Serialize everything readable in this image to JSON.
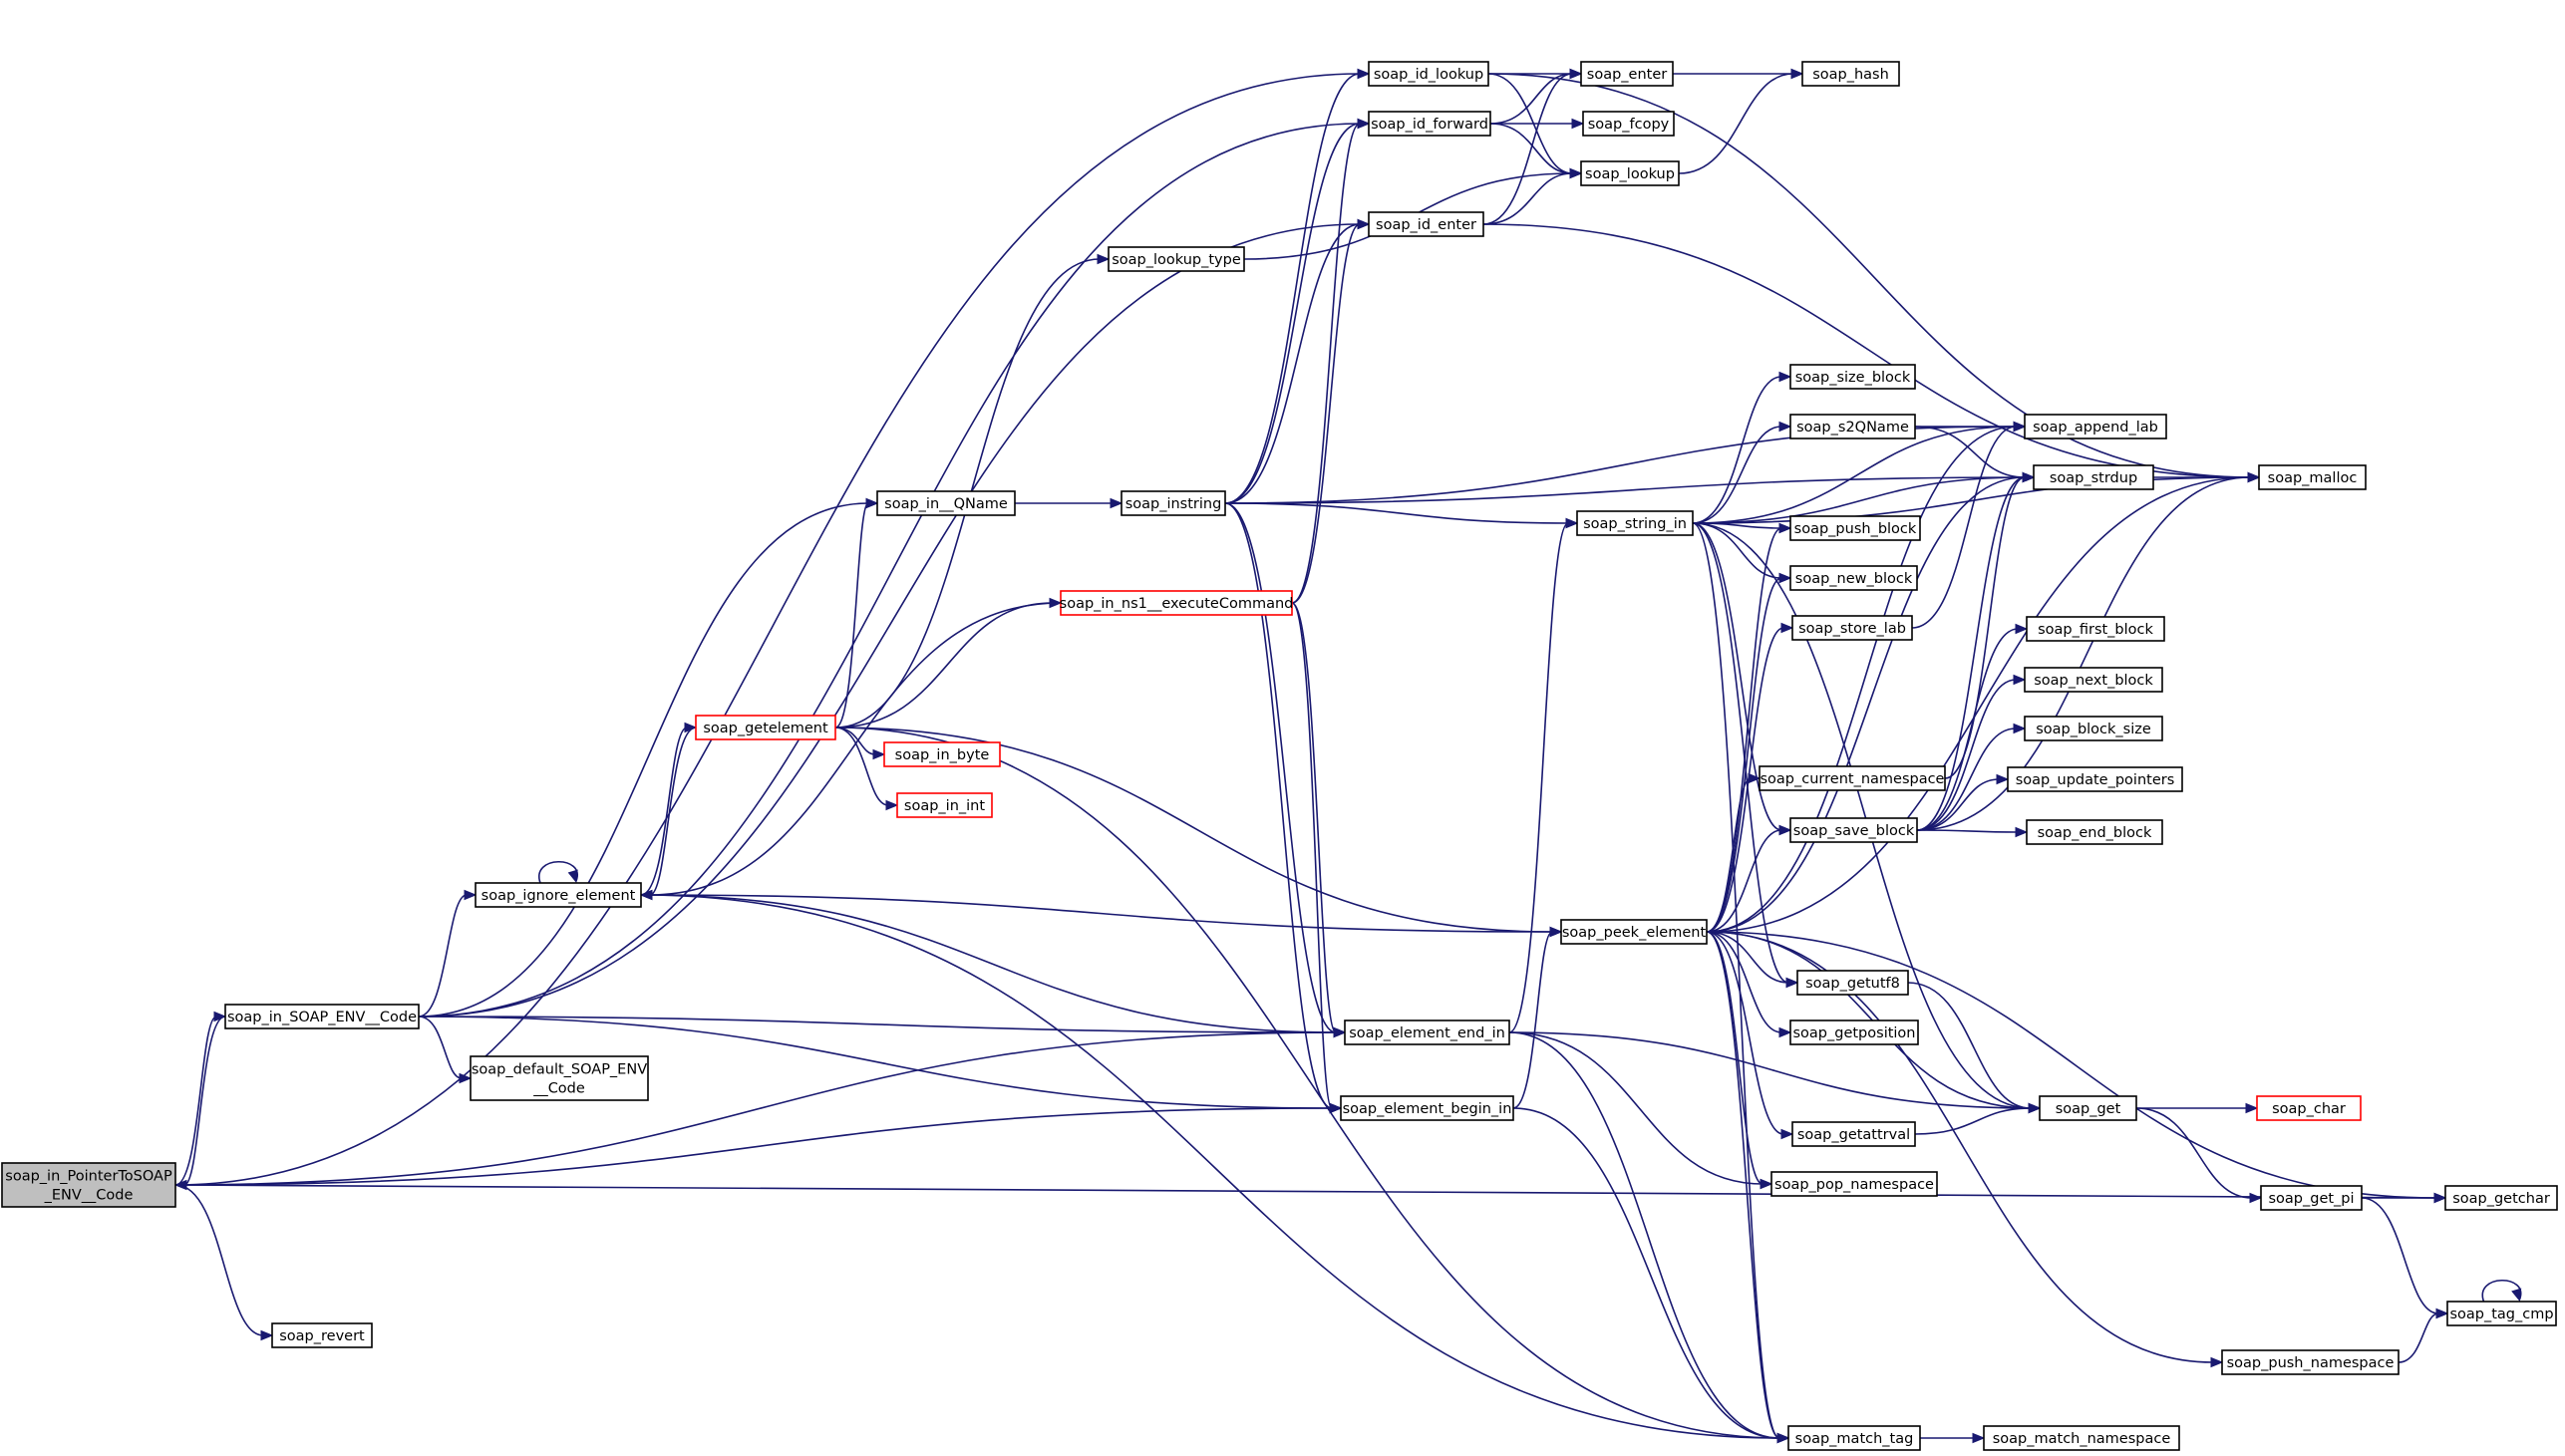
{
  "diagram": {
    "type": "call-graph",
    "colors": {
      "edge": "#191970",
      "node_border": "#000000",
      "node_border_truncated": "#ff0000",
      "root_fill": "#bfbfbf",
      "node_fill": "#ffffff",
      "text": "#000000"
    },
    "nodes": [
      {
        "id": "root",
        "label": [
          "soap_in_PointerToSOAP",
          "_ENV__Code"
        ],
        "root": true
      },
      {
        "id": "soap_revert",
        "label": [
          "soap_revert"
        ]
      },
      {
        "id": "soap_in_SOAP_ENV__Code",
        "label": [
          "soap_in_SOAP_ENV__Code"
        ]
      },
      {
        "id": "soap_default_SOAP_ENV__Code",
        "label": [
          "soap_default_SOAP_ENV",
          "__Code"
        ]
      },
      {
        "id": "soap_ignore_element",
        "label": [
          "soap_ignore_element"
        ]
      },
      {
        "id": "soap_in__QName",
        "label": [
          "soap_in__QName"
        ]
      },
      {
        "id": "soap_getelement",
        "label": [
          "soap_getelement"
        ],
        "truncated": true
      },
      {
        "id": "soap_in_byte",
        "label": [
          "soap_in_byte"
        ],
        "truncated": true
      },
      {
        "id": "soap_in_int",
        "label": [
          "soap_in_int"
        ],
        "truncated": true
      },
      {
        "id": "soap_in_ns1__executeCommand",
        "label": [
          "soap_in_ns1__executeCommand"
        ],
        "truncated": true
      },
      {
        "id": "soap_lookup_type",
        "label": [
          "soap_lookup_type"
        ]
      },
      {
        "id": "soap_instring",
        "label": [
          "soap_instring"
        ]
      },
      {
        "id": "soap_id_lookup",
        "label": [
          "soap_id_lookup"
        ]
      },
      {
        "id": "soap_id_forward",
        "label": [
          "soap_id_forward"
        ]
      },
      {
        "id": "soap_id_enter",
        "label": [
          "soap_id_enter"
        ]
      },
      {
        "id": "soap_element_end_in",
        "label": [
          "soap_element_end_in"
        ]
      },
      {
        "id": "soap_element_begin_in",
        "label": [
          "soap_element_begin_in"
        ]
      },
      {
        "id": "soap_enter",
        "label": [
          "soap_enter"
        ]
      },
      {
        "id": "soap_fcopy",
        "label": [
          "soap_fcopy"
        ]
      },
      {
        "id": "soap_lookup",
        "label": [
          "soap_lookup"
        ]
      },
      {
        "id": "soap_hash",
        "label": [
          "soap_hash"
        ]
      },
      {
        "id": "soap_string_in",
        "label": [
          "soap_string_in"
        ]
      },
      {
        "id": "soap_peek_element",
        "label": [
          "soap_peek_element"
        ]
      },
      {
        "id": "soap_size_block",
        "label": [
          "soap_size_block"
        ]
      },
      {
        "id": "soap_s2QName",
        "label": [
          "soap_s2QName"
        ]
      },
      {
        "id": "soap_push_block",
        "label": [
          "soap_push_block"
        ]
      },
      {
        "id": "soap_new_block",
        "label": [
          "soap_new_block"
        ]
      },
      {
        "id": "soap_store_lab",
        "label": [
          "soap_store_lab"
        ]
      },
      {
        "id": "soap_current_namespace",
        "label": [
          "soap_current_namespace"
        ]
      },
      {
        "id": "soap_save_block",
        "label": [
          "soap_save_block"
        ]
      },
      {
        "id": "soap_getutf8",
        "label": [
          "soap_getutf8"
        ]
      },
      {
        "id": "soap_getposition",
        "label": [
          "soap_getposition"
        ]
      },
      {
        "id": "soap_getattrval",
        "label": [
          "soap_getattrval"
        ]
      },
      {
        "id": "soap_pop_namespace",
        "label": [
          "soap_pop_namespace"
        ]
      },
      {
        "id": "soap_match_tag",
        "label": [
          "soap_match_tag"
        ]
      },
      {
        "id": "soap_append_lab",
        "label": [
          "soap_append_lab"
        ]
      },
      {
        "id": "soap_strdup",
        "label": [
          "soap_strdup"
        ]
      },
      {
        "id": "soap_first_block",
        "label": [
          "soap_first_block"
        ]
      },
      {
        "id": "soap_next_block",
        "label": [
          "soap_next_block"
        ]
      },
      {
        "id": "soap_block_size",
        "label": [
          "soap_block_size"
        ]
      },
      {
        "id": "soap_update_pointers",
        "label": [
          "soap_update_pointers"
        ]
      },
      {
        "id": "soap_end_block",
        "label": [
          "soap_end_block"
        ]
      },
      {
        "id": "soap_get",
        "label": [
          "soap_get"
        ]
      },
      {
        "id": "soap_push_namespace",
        "label": [
          "soap_push_namespace"
        ]
      },
      {
        "id": "soap_match_namespace",
        "label": [
          "soap_match_namespace"
        ]
      },
      {
        "id": "soap_malloc",
        "label": [
          "soap_malloc"
        ]
      },
      {
        "id": "soap_char",
        "label": [
          "soap_char"
        ],
        "truncated": true
      },
      {
        "id": "soap_get_pi",
        "label": [
          "soap_get_pi"
        ]
      },
      {
        "id": "soap_getchar",
        "label": [
          "soap_getchar"
        ]
      },
      {
        "id": "soap_tag_cmp",
        "label": [
          "soap_tag_cmp"
        ]
      }
    ],
    "edges": [
      [
        "root",
        "soap_in_SOAP_ENV__Code"
      ],
      [
        "soap_in_SOAP_ENV__Code",
        "root"
      ],
      [
        "root",
        "soap_revert"
      ],
      [
        "root",
        "soap_id_lookup"
      ],
      [
        "root",
        "soap_element_end_in"
      ],
      [
        "root",
        "soap_element_begin_in"
      ],
      [
        "root",
        "soap_getchar"
      ],
      [
        "soap_in_SOAP_ENV__Code",
        "soap_id_forward"
      ],
      [
        "soap_in_SOAP_ENV__Code",
        "soap_id_enter"
      ],
      [
        "soap_in_SOAP_ENV__Code",
        "soap_in__QName"
      ],
      [
        "soap_in_SOAP_ENV__Code",
        "soap_ignore_element"
      ],
      [
        "soap_in_SOAP_ENV__Code",
        "soap_default_SOAP_ENV__Code"
      ],
      [
        "soap_in_SOAP_ENV__Code",
        "soap_element_end_in"
      ],
      [
        "soap_in_SOAP_ENV__Code",
        "soap_element_begin_in"
      ],
      [
        "soap_ignore_element",
        "soap_ignore_element"
      ],
      [
        "soap_ignore_element",
        "soap_getelement"
      ],
      [
        "soap_ignore_element",
        "soap_peek_element"
      ],
      [
        "soap_ignore_element",
        "soap_element_end_in"
      ],
      [
        "soap_ignore_element",
        "soap_match_tag"
      ],
      [
        "soap_getelement",
        "soap_ignore_element"
      ],
      [
        "soap_getelement",
        "soap_in__QName"
      ],
      [
        "soap_getelement",
        "soap_lookup_type"
      ],
      [
        "soap_getelement",
        "soap_in_ns1__executeCommand"
      ],
      [
        "soap_getelement",
        "soap_in_byte"
      ],
      [
        "soap_getelement",
        "soap_in_int"
      ],
      [
        "soap_getelement",
        "soap_peek_element"
      ],
      [
        "soap_getelement",
        "soap_match_tag"
      ],
      [
        "soap_in_ns1__executeCommand",
        "soap_ignore_element"
      ],
      [
        "soap_in_ns1__executeCommand",
        "soap_id_forward"
      ],
      [
        "soap_in_ns1__executeCommand",
        "soap_id_enter"
      ],
      [
        "soap_in_ns1__executeCommand",
        "soap_element_end_in"
      ],
      [
        "soap_in_ns1__executeCommand",
        "soap_element_begin_in"
      ],
      [
        "soap_in__QName",
        "soap_instring"
      ],
      [
        "soap_lookup_type",
        "soap_lookup"
      ],
      [
        "soap_instring",
        "soap_id_lookup"
      ],
      [
        "soap_instring",
        "soap_id_forward"
      ],
      [
        "soap_instring",
        "soap_id_enter"
      ],
      [
        "soap_instring",
        "soap_string_in"
      ],
      [
        "soap_instring",
        "soap_append_lab"
      ],
      [
        "soap_instring",
        "soap_strdup"
      ],
      [
        "soap_instring",
        "soap_element_end_in"
      ],
      [
        "soap_instring",
        "soap_element_begin_in"
      ],
      [
        "soap_id_lookup",
        "soap_enter"
      ],
      [
        "soap_id_lookup",
        "soap_lookup"
      ],
      [
        "soap_id_lookup",
        "soap_malloc"
      ],
      [
        "soap_id_forward",
        "soap_enter"
      ],
      [
        "soap_id_forward",
        "soap_fcopy"
      ],
      [
        "soap_id_forward",
        "soap_lookup"
      ],
      [
        "soap_id_enter",
        "soap_enter"
      ],
      [
        "soap_id_enter",
        "soap_lookup"
      ],
      [
        "soap_id_enter",
        "soap_malloc"
      ],
      [
        "soap_enter",
        "soap_hash"
      ],
      [
        "soap_lookup",
        "soap_hash"
      ],
      [
        "soap_element_end_in",
        "soap_string_in"
      ],
      [
        "soap_element_end_in",
        "soap_pop_namespace"
      ],
      [
        "soap_element_end_in",
        "soap_get"
      ],
      [
        "soap_element_end_in",
        "soap_match_tag"
      ],
      [
        "soap_element_begin_in",
        "soap_peek_element"
      ],
      [
        "soap_element_begin_in",
        "soap_match_tag"
      ],
      [
        "soap_string_in",
        "soap_size_block"
      ],
      [
        "soap_string_in",
        "soap_s2QName"
      ],
      [
        "soap_string_in",
        "soap_append_lab"
      ],
      [
        "soap_string_in",
        "soap_strdup"
      ],
      [
        "soap_string_in",
        "soap_malloc"
      ],
      [
        "soap_string_in",
        "soap_push_block"
      ],
      [
        "soap_string_in",
        "soap_new_block"
      ],
      [
        "soap_string_in",
        "soap_save_block"
      ],
      [
        "soap_string_in",
        "soap_getutf8"
      ],
      [
        "soap_string_in",
        "soap_get"
      ],
      [
        "soap_string_in",
        "soap_match_tag"
      ],
      [
        "soap_s2QName",
        "soap_append_lab"
      ],
      [
        "soap_s2QName",
        "soap_strdup"
      ],
      [
        "soap_store_lab",
        "soap_append_lab"
      ],
      [
        "soap_peek_element",
        "soap_push_block"
      ],
      [
        "soap_peek_element",
        "soap_new_block"
      ],
      [
        "soap_peek_element",
        "soap_store_lab"
      ],
      [
        "soap_peek_element",
        "soap_current_namespace"
      ],
      [
        "soap_peek_element",
        "soap_save_block"
      ],
      [
        "soap_peek_element",
        "soap_getutf8"
      ],
      [
        "soap_peek_element",
        "soap_getposition"
      ],
      [
        "soap_peek_element",
        "soap_getattrval"
      ],
      [
        "soap_peek_element",
        "soap_pop_namespace"
      ],
      [
        "soap_peek_element",
        "soap_match_tag"
      ],
      [
        "soap_peek_element",
        "soap_get"
      ],
      [
        "soap_peek_element",
        "soap_push_namespace"
      ],
      [
        "soap_peek_element",
        "soap_getchar"
      ],
      [
        "soap_peek_element",
        "soap_malloc"
      ],
      [
        "soap_peek_element",
        "soap_strdup"
      ],
      [
        "soap_peek_element",
        "soap_append_lab"
      ],
      [
        "soap_current_namespace",
        "soap_strdup"
      ],
      [
        "soap_save_block",
        "soap_first_block"
      ],
      [
        "soap_save_block",
        "soap_next_block"
      ],
      [
        "soap_save_block",
        "soap_block_size"
      ],
      [
        "soap_save_block",
        "soap_update_pointers"
      ],
      [
        "soap_save_block",
        "soap_end_block"
      ],
      [
        "soap_save_block",
        "soap_strdup"
      ],
      [
        "soap_save_block",
        "soap_malloc"
      ],
      [
        "soap_getutf8",
        "soap_get"
      ],
      [
        "soap_getattrval",
        "soap_get"
      ],
      [
        "soap_strdup",
        "soap_malloc"
      ],
      [
        "soap_get",
        "soap_char"
      ],
      [
        "soap_get",
        "soap_get_pi"
      ],
      [
        "soap_get_pi",
        "soap_getchar"
      ],
      [
        "soap_get_pi",
        "soap_tag_cmp"
      ],
      [
        "soap_tag_cmp",
        "soap_tag_cmp"
      ],
      [
        "soap_push_namespace",
        "soap_tag_cmp"
      ],
      [
        "soap_match_tag",
        "soap_match_namespace"
      ]
    ]
  }
}
